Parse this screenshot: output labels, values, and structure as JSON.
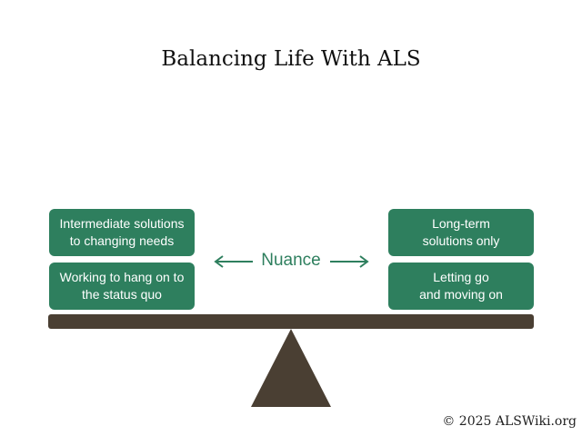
{
  "title": "Balancing Life With ALS",
  "left_boxes": [
    {
      "label": "Intermediate solutions\nto changing needs"
    },
    {
      "label": "Working to hang on to\nthe status quo"
    }
  ],
  "right_boxes": [
    {
      "label": "Long-term\nsolutions only"
    },
    {
      "label": "Letting go\nand moving on"
    }
  ],
  "center_label": "Nuance",
  "footer": "© 2025 ALSWiki.org",
  "colors": {
    "box_fill": "#2e7f5e",
    "seesaw": "#4a3f33",
    "text_accent": "#2e7f5e"
  },
  "icons": {
    "left_arrow": "arrow-left-icon",
    "right_arrow": "arrow-right-icon"
  }
}
